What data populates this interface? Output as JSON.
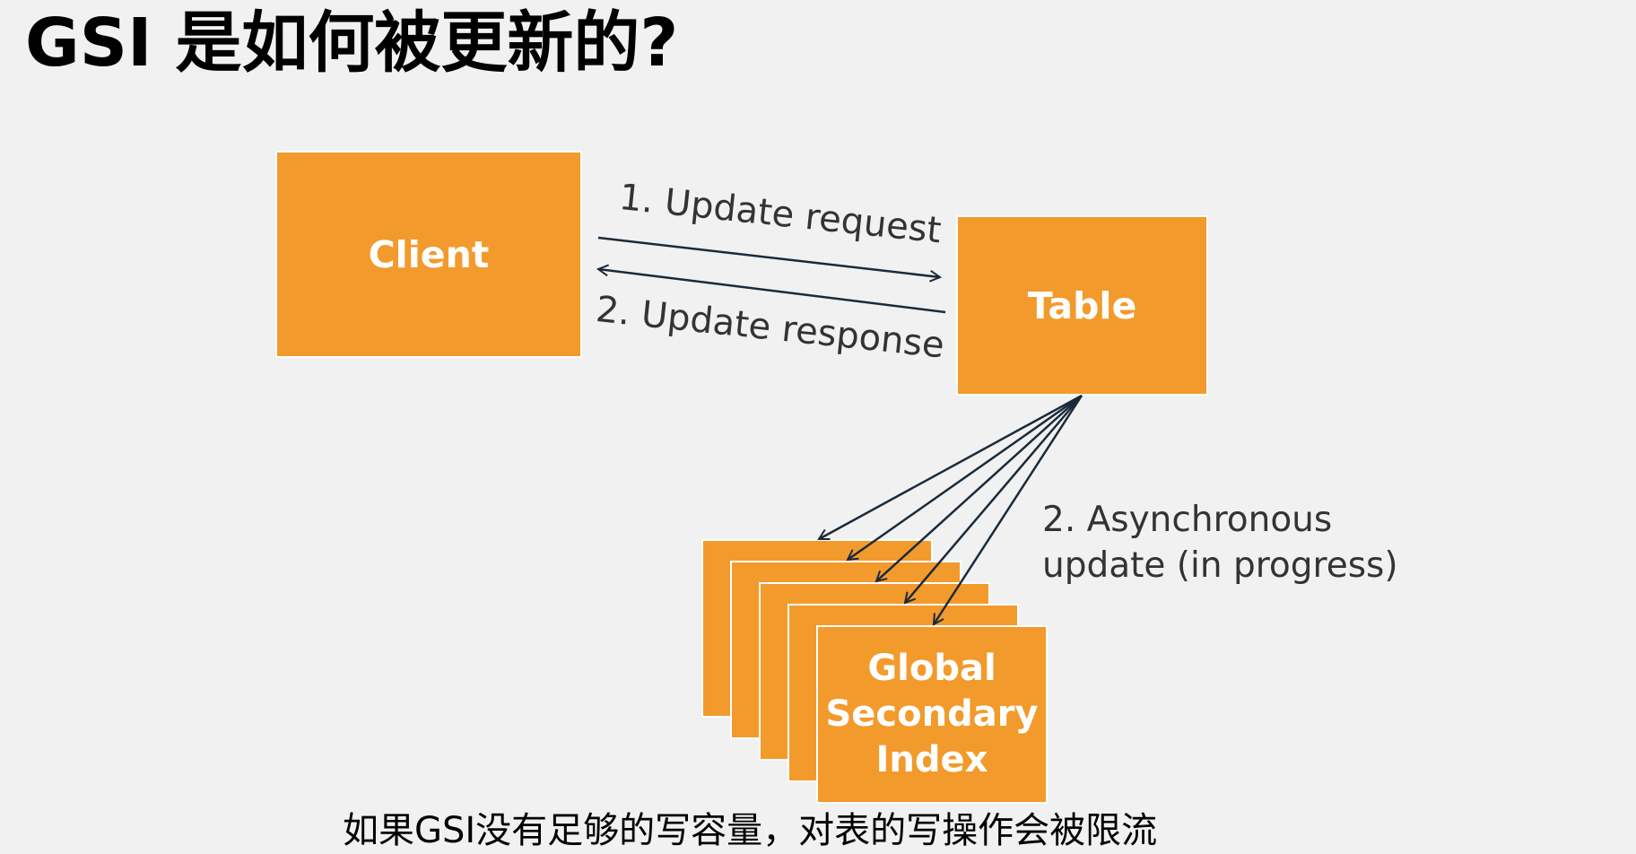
{
  "title": "GSI 是如何被更新的?",
  "nodes": {
    "client": "Client",
    "table": "Table",
    "gsi": "Global\nSecondary\nIndex"
  },
  "edges": {
    "request": "1. Update request",
    "response": "2. Update response",
    "async": "2. Asynchronous\nupdate (in progress)"
  },
  "caption": "如果GSI没有足够的写容量，对表的写操作会被限流",
  "colors": {
    "box": "#f39a2c",
    "arrow": "#1b2a3a",
    "background": "#f0f1f0"
  }
}
